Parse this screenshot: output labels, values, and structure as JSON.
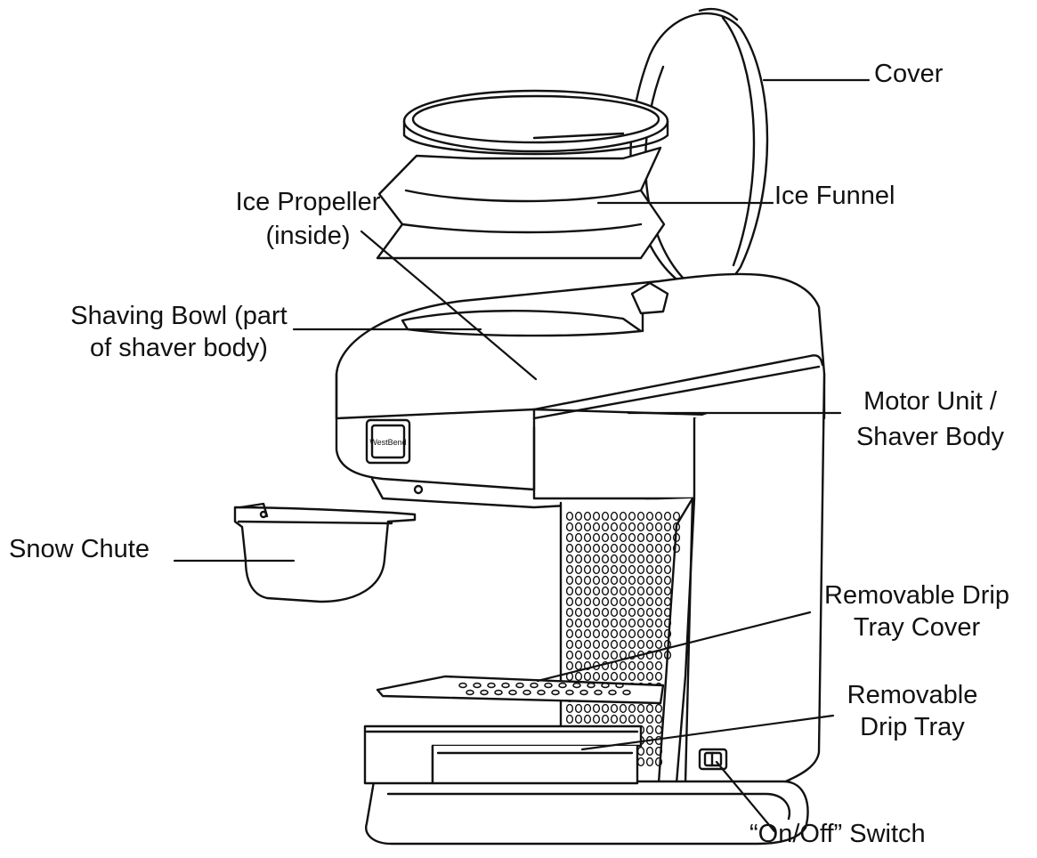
{
  "colors": {
    "ink": "#111111",
    "background": "#ffffff"
  },
  "labels": {
    "cover": "Cover",
    "ice_funnel": "Ice Funnel",
    "ice_propeller_line1": "Ice Propeller",
    "ice_propeller_line2": "(inside)",
    "shaving_bowl_line1": "Shaving Bowl (part",
    "shaving_bowl_line2": "of shaver body)",
    "motor_unit_line1": "Motor Unit /",
    "motor_unit_line2": "Shaver Body",
    "snow_chute": "Snow Chute",
    "drip_tray_cover_line1": "Removable Drip",
    "drip_tray_cover_line2": "Tray Cover",
    "drip_tray_line1": "Removable",
    "drip_tray_line2": "Drip Tray",
    "switch": "“On/Off” Switch"
  },
  "brand_plate": "WestBend"
}
